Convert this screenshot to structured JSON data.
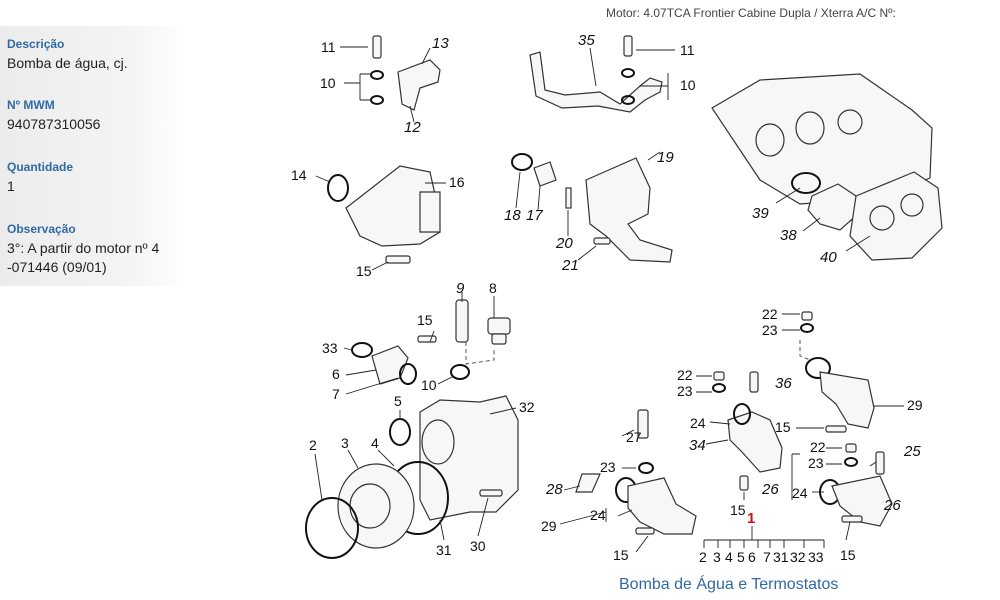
{
  "header": {
    "motor_info": "Motor: 4.07TCA Frontier Cabine Dupla / Xterra A/C   Nº:"
  },
  "sidebar": {
    "fields": [
      {
        "label": "Descrição",
        "value": "Bomba de água, cj."
      },
      {
        "label": "Nº MWM",
        "value": "940787310056"
      },
      {
        "label": "Quantidade",
        "value": "1"
      },
      {
        "label": "Observação",
        "value_line1": "3°: A partir do motor nº 4",
        "value_line2": "-071446 (09/01)"
      }
    ]
  },
  "diagram": {
    "caption": "Bomba de Água e Termostatos",
    "labels": {
      "l11a": "11",
      "l10a": "10",
      "l13": "13",
      "l12": "12",
      "l35": "35",
      "l11b": "11",
      "l10b": "10",
      "l14": "14",
      "l16": "16",
      "l15a": "15",
      "l19": "19",
      "l18": "18",
      "l17": "17",
      "l20": "20",
      "l21": "21",
      "l39": "39",
      "l38": "38",
      "l40": "40",
      "l9": "9",
      "l8": "8",
      "l15b": "15",
      "l33": "33",
      "l6": "6",
      "l7": "7",
      "l10c": "10",
      "l5": "5",
      "l32": "32",
      "l2": "2",
      "l3": "3",
      "l4": "4",
      "l31": "31",
      "l30": "30",
      "l22a": "22",
      "l23a": "23",
      "l22b": "22",
      "l23b": "23",
      "l36": "36",
      "l29a": "29",
      "l24a": "24",
      "l34": "34",
      "l15c": "15",
      "l27": "27",
      "l23c": "23",
      "l22c": "22",
      "l23d": "23",
      "l25": "25",
      "l26a": "26",
      "l24b": "24",
      "l28": "28",
      "l24c": "24",
      "l29b": "29",
      "l15d": "15",
      "l15e": "15",
      "l15f": "15",
      "l26b": "26"
    },
    "highlight_number": "1",
    "index_numbers": [
      "2",
      "3",
      "4",
      "5",
      "6",
      "7",
      "31",
      "32",
      "33"
    ]
  },
  "colors": {
    "accent_blue": "#2f6aa6",
    "highlight_red": "#cc1111"
  }
}
